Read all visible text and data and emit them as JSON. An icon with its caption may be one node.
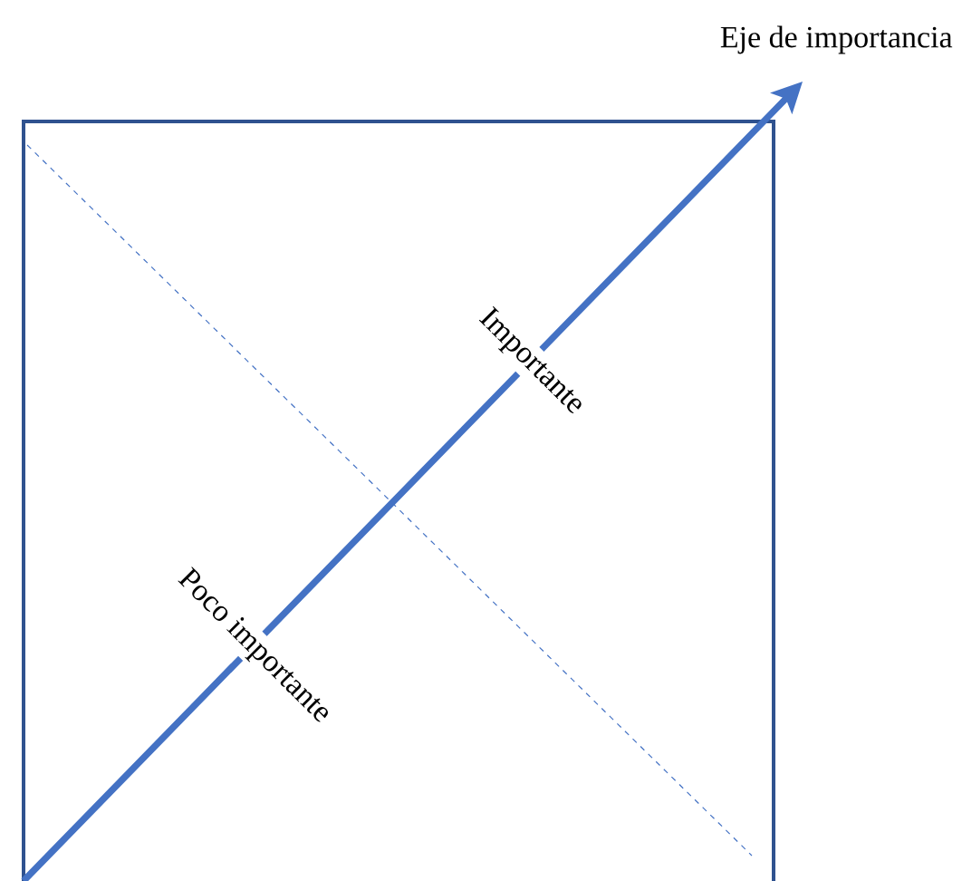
{
  "diagram": {
    "labels": [
      "Eje de importancia",
      "Importante",
      "Poco importante"
    ]
  }
}
